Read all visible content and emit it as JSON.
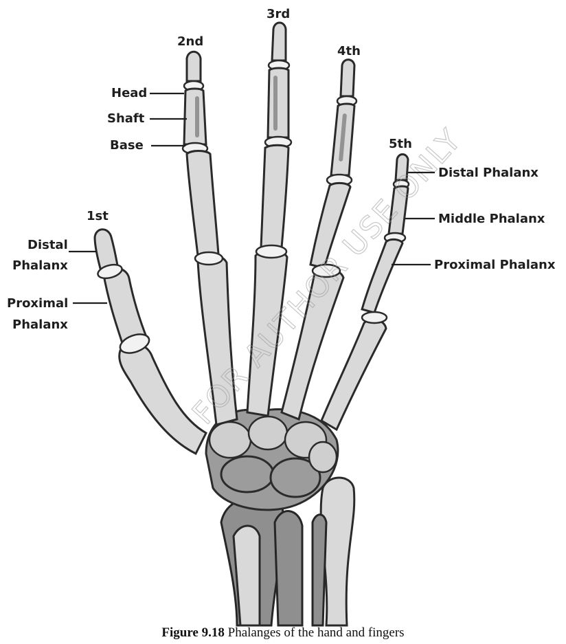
{
  "labels": {
    "finger_1st": "1st",
    "finger_2nd": "2nd",
    "finger_3rd": "3rd",
    "finger_4th": "4th",
    "finger_5th": "5th",
    "head": "Head",
    "shaft": "Shaft",
    "base": "Base",
    "distal_phalanx_right": "Distal Phalanx",
    "middle_phalanx": "Middle Phalanx",
    "proximal_phalanx_right": "Proximal Phalanx",
    "distal_left_line1": "Distal",
    "distal_left_line2": "Phalanx",
    "proximal_left_line1": "Proximal",
    "proximal_left_line2": "Phalanx"
  },
  "watermark": "FOR AUTHOR USE ONLY",
  "caption": {
    "number": "Figure 9.18",
    "text": " Phalanges of the hand and fingers"
  }
}
